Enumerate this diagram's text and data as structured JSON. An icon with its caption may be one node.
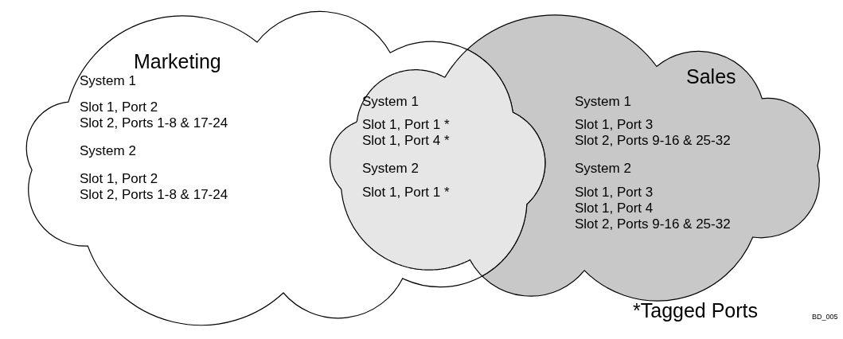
{
  "diagram": {
    "nodes": [
      {
        "text": [
          "Marketing",
          "System 1",
          "Slot 1, Port 2",
          "Slot 2, Ports 1-8 & 17-24",
          "System 2",
          "Slot 1, Port 2",
          "Slot 2, Ports 1-8 & 17-24"
        ]
      },
      {
        "text": [
          "System 1",
          "Slot 1, Port 1 *",
          "Slot 1, Port 4 *",
          "System 2",
          "Slot 1, Port 1 *"
        ]
      },
      {
        "text": [
          "Sales",
          "System 1",
          "Slot 1, Port 3",
          "Slot 2, Ports 9-16 & 25-32",
          "System 2",
          "Slot 1, Port 3",
          "Slot 1, Port 4",
          "Slot 2, Ports 9-16 & 25-32"
        ]
      }
    ],
    "labels": [
      "*Tagged Ports",
      "BD_005"
    ]
  }
}
